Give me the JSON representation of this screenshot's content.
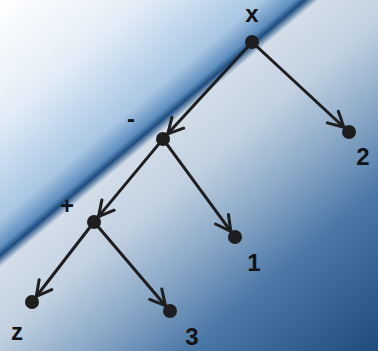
{
  "diagram": {
    "nodes": [
      {
        "text": [
          "x"
        ]
      },
      {
        "text": [
          "-"
        ]
      },
      {
        "text": [
          "2"
        ]
      },
      {
        "text": [
          "+"
        ]
      },
      {
        "text": [
          "1"
        ]
      },
      {
        "text": [
          "z"
        ]
      },
      {
        "text": [
          "3"
        ]
      }
    ],
    "edges": [
      {
        "from": 0,
        "to": 1,
        "arrow": "to"
      },
      {
        "from": 0,
        "to": 2,
        "arrow": "to"
      },
      {
        "from": 1,
        "to": 3,
        "arrow": "to"
      },
      {
        "from": 1,
        "to": 4,
        "arrow": "to"
      },
      {
        "from": 3,
        "to": 5,
        "arrow": "to"
      },
      {
        "from": 3,
        "to": 6,
        "arrow": "to"
      }
    ]
  }
}
